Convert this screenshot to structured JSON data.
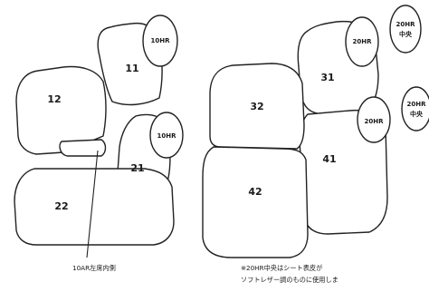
{
  "left_seat": {
    "headrest_top": "10HR",
    "headrest_mid": "10HR",
    "backrest_left": "12",
    "backrest_right": "11",
    "backrest_lower": "21",
    "cushion": "22",
    "note": "10AR左席内側"
  },
  "right_seat": {
    "headrest_top": "20HR",
    "headrest_mid": "20HR",
    "backrest_upper_left": "32",
    "backrest_upper_right": "31",
    "backrest_lower_left": "42",
    "backrest_lower_right": "41"
  },
  "side_headrests": {
    "top": [
      "20HR",
      "中央"
    ],
    "mid": [
      "20HR",
      "中央"
    ]
  },
  "footnote": {
    "line1": "※20HR中央はシート表皮が",
    "line2": "ソフトレザー調のものに使用しま"
  }
}
